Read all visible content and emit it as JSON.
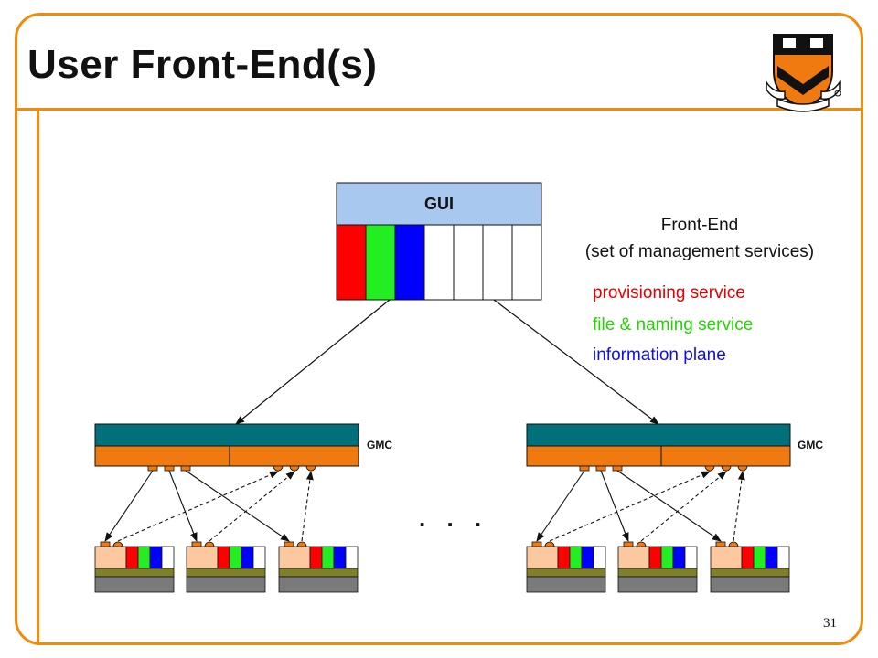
{
  "slide": {
    "title": "User Front-End(s)",
    "page_number": "31"
  },
  "gui": {
    "label": "GUI",
    "column_colors": [
      "#ff0000",
      "#22ee22",
      "#0000ff",
      "#ffffff",
      "#ffffff",
      "#ffffff",
      "#ffffff"
    ]
  },
  "front_end": {
    "title": "Front-End",
    "subtitle": "(set of management services)",
    "services": [
      {
        "label": "provisioning service",
        "color": "#e30000"
      },
      {
        "label": "file & naming service",
        "color": "#22d400"
      },
      {
        "label": "information plane",
        "color": "#1010e0"
      }
    ]
  },
  "gmc": {
    "label_left": "GMC",
    "label_right": "GMC"
  },
  "ellipsis": ". . .",
  "colors": {
    "accent": "#f08c0a",
    "gmc_top": "#00707a",
    "gmc_bottom": "#f07a10",
    "node_peach": "#fcc8a0",
    "node_olive": "#808028",
    "node_grey": "#7a7a7a"
  }
}
